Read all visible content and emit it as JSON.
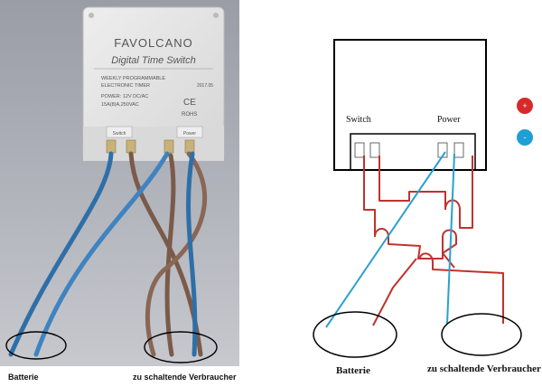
{
  "photo": {
    "brand": "FAVOLCANO",
    "product": "Digital Time Switch",
    "line1": "WEEKLY PROGRAMMABLE",
    "line2": "ELECTRONIC TIMER",
    "model_code": "2017.05",
    "power_line": "POWER: 12V DC/AC",
    "rating_line": "15A(8)A,250VAC",
    "ce_mark": "CE",
    "rohs_mark": "ROHS",
    "switch_tab": "Switch",
    "power_tab": "Power",
    "battery_label": "Batterie",
    "load_label": "zu schaltende Verbraucher"
  },
  "schematic": {
    "switch_label": "Switch",
    "power_label": "Power",
    "plus_symbol": "+",
    "minus_symbol": "-",
    "battery_label": "Batterie",
    "load_label": "zu schaltende Verbraucher",
    "colors": {
      "positive": "#d62a2a",
      "negative": "#1e9fd6",
      "wire_red": "#c0322e",
      "wire_blue": "#2aa0cf"
    }
  }
}
